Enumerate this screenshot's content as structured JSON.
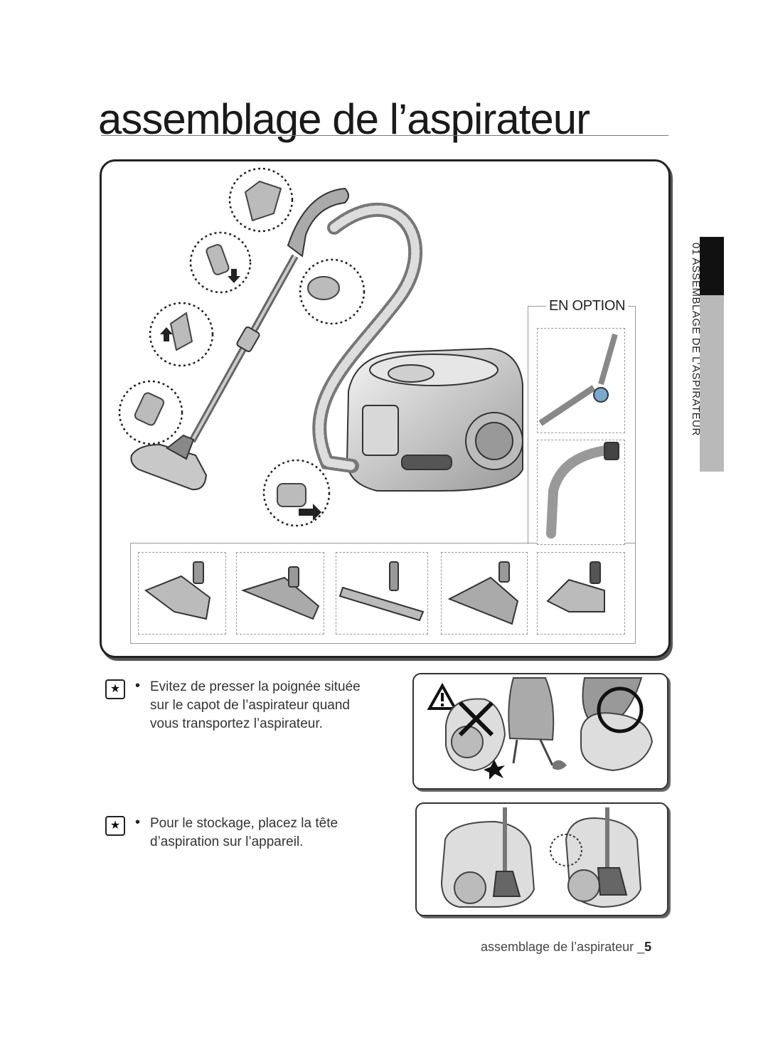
{
  "header": {
    "title": "assemblage de l’aspirateur"
  },
  "side_tab": {
    "label": "01  ASSEMBLAGE DE L’ASPIRATEUR"
  },
  "diagram": {
    "option_label": "EN OPTION"
  },
  "notes": [
    {
      "icon": "star-icon",
      "lines": [
        "Evitez de presser la poignée située",
        "sur le capot de l’aspirateur quand",
        "vous transportez l’aspirateur."
      ]
    },
    {
      "icon": "star-icon",
      "lines": [
        "Pour le stockage, placez la tête",
        "d’aspiration sur l’appareil."
      ]
    }
  ],
  "footer": {
    "section": "assemblage de l’aspirateur _",
    "page": "5"
  }
}
